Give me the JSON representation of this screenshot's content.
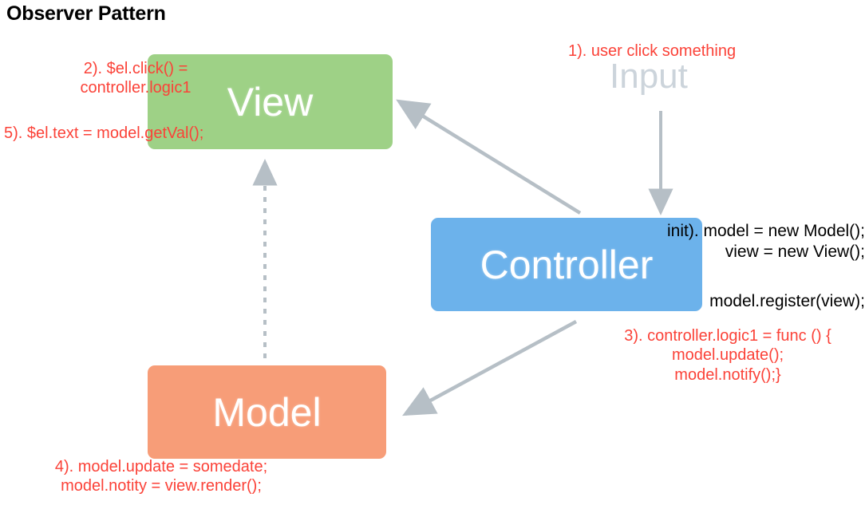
{
  "title": "Observer Pattern",
  "colors": {
    "view_fill": "#9ed186",
    "controller_fill": "#6cb2eb",
    "model_fill": "#f79d78",
    "arrow": "#b6bfc6",
    "annotation_red": "#fb4238",
    "annotation_black": "#000000",
    "ghost_text": "#ccd4db",
    "background": "#ffffff"
  },
  "nodes": {
    "view": {
      "label": "View"
    },
    "controller": {
      "label": "Controller"
    },
    "model": {
      "label": "Model"
    },
    "input": {
      "label": "Input"
    }
  },
  "annotations": {
    "step1": "1). user click something",
    "step2": "2). $el.click() =\ncontroller.logic1",
    "step5": "5). $el.text = model.getVal();",
    "init": "init). model = new Model();\nview = new View();",
    "register": "model.register(view);",
    "step3": "3). controller.logic1 = func () {\nmodel.update();\nmodel.notify();}",
    "step4": "4). model.update = somedate;\nmodel.notity = view.render();"
  },
  "arrows": [
    {
      "name": "input-to-controller",
      "from": "Input",
      "to": "Controller",
      "style": "solid"
    },
    {
      "name": "controller-to-view",
      "from": "Controller",
      "to": "View",
      "style": "solid"
    },
    {
      "name": "controller-to-model",
      "from": "Controller",
      "to": "Model",
      "style": "solid"
    },
    {
      "name": "model-to-view",
      "from": "Model",
      "to": "View",
      "style": "dashed"
    }
  ]
}
